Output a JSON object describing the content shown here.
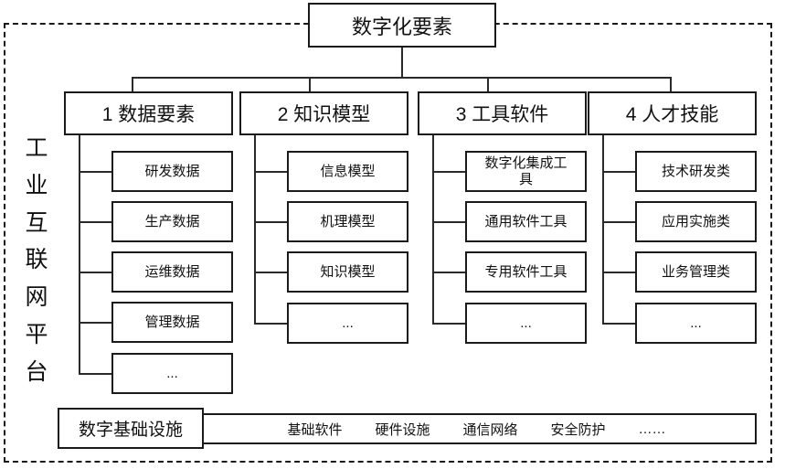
{
  "diagram": {
    "platform_label": "工业互联网平台",
    "platform_label_chars": [
      "工",
      "业",
      "互",
      "联",
      "网",
      "平",
      "台"
    ],
    "root": {
      "label": "数字化要素"
    },
    "branches": [
      {
        "id": "data-elements",
        "label": "1 数据要素",
        "children": [
          {
            "label": "研发数据"
          },
          {
            "label": "生产数据"
          },
          {
            "label": "运维数据"
          },
          {
            "label": "管理数据"
          },
          {
            "label": "..."
          }
        ]
      },
      {
        "id": "knowledge-models",
        "label": "2 知识模型",
        "children": [
          {
            "label": "信息模型"
          },
          {
            "label": "机理模型"
          },
          {
            "label": "知识模型"
          },
          {
            "label": "..."
          }
        ]
      },
      {
        "id": "tool-software",
        "label": "3 工具软件",
        "children": [
          {
            "label": "数字化集成工具"
          },
          {
            "label": "通用软件工具"
          },
          {
            "label": "专用软件工具"
          },
          {
            "label": "..."
          }
        ]
      },
      {
        "id": "talent-skills",
        "label": "4 人才技能",
        "children": [
          {
            "label": "技术研发类"
          },
          {
            "label": "应用实施类"
          },
          {
            "label": "业务管理类"
          },
          {
            "label": "..."
          }
        ]
      }
    ],
    "infrastructure": {
      "label": "数字基础设施",
      "items": [
        "基础软件",
        "硬件设施",
        "通信网络",
        "安全防护",
        "……"
      ]
    },
    "colors": {
      "line": "#2a2a2a",
      "box_border": "#1b1b1b",
      "frame_border": "#1a1a1a",
      "background": "#ffffff",
      "text": "#111111"
    }
  }
}
